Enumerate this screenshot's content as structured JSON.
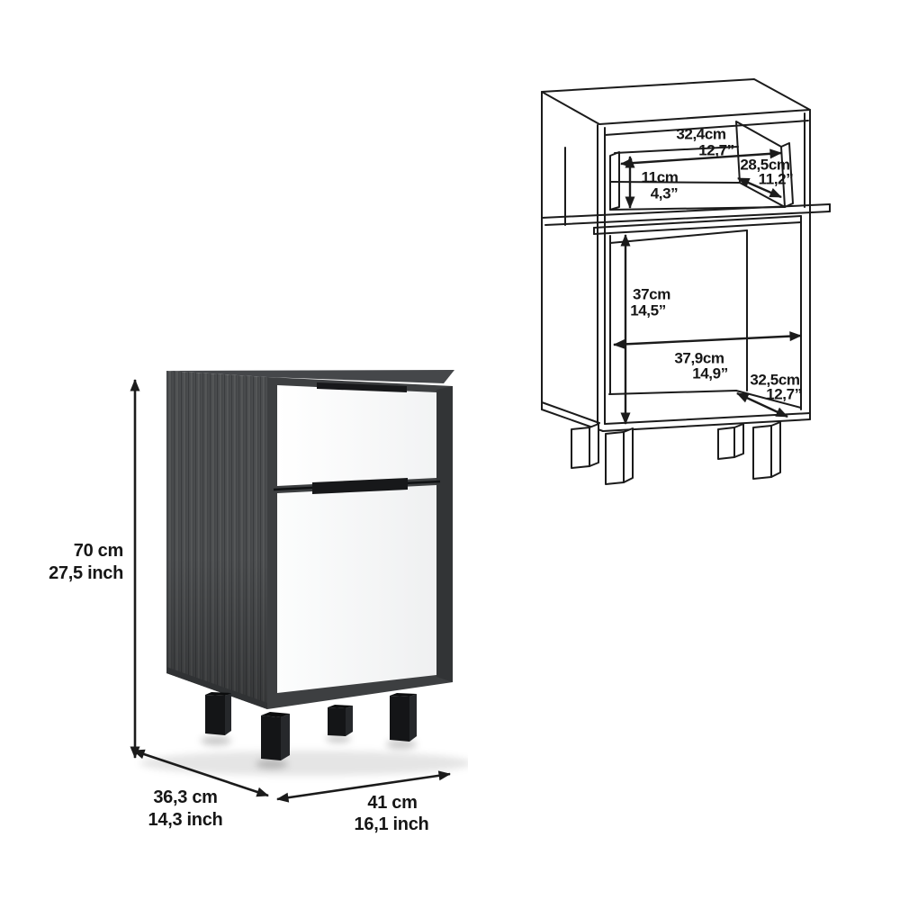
{
  "figure": {
    "kind": "furniture-dimension-sheet",
    "views": [
      "rendered-photo-with-overall-dimensions",
      "wireframe-with-internal-dimensions"
    ]
  },
  "photo_view": {
    "height_cm": "70 cm",
    "height_inch": "27,5 inch",
    "depth_cm": "36,3 cm",
    "depth_inch": "14,3 inch",
    "width_cm": "41 cm",
    "width_inch": "16,1 inch"
  },
  "wireframe_view": {
    "niche_width_cm": "32,4cm",
    "niche_width_inch": "12,7”",
    "niche_depth_cm": "28,5cm",
    "niche_depth_inch": "11,2”",
    "niche_height_cm": "11cm",
    "niche_height_inch": "4,3”",
    "cavity_height_cm": "37cm",
    "cavity_height_inch": "14,5”",
    "cavity_width_cm": "37,9cm",
    "cavity_width_inch": "14,9”",
    "cavity_depth_cm": "32,5cm",
    "cavity_depth_inch": "12,7”"
  },
  "colors": {
    "background": "#ffffff",
    "line_art": "#1b1b1b",
    "label_text": "#161616",
    "wood_gray": "#4b4d4f",
    "frame_gray": "#3d3f41",
    "front_white": "#fbfcfc",
    "handle_black": "#17181a",
    "leg_black": "#141517"
  }
}
